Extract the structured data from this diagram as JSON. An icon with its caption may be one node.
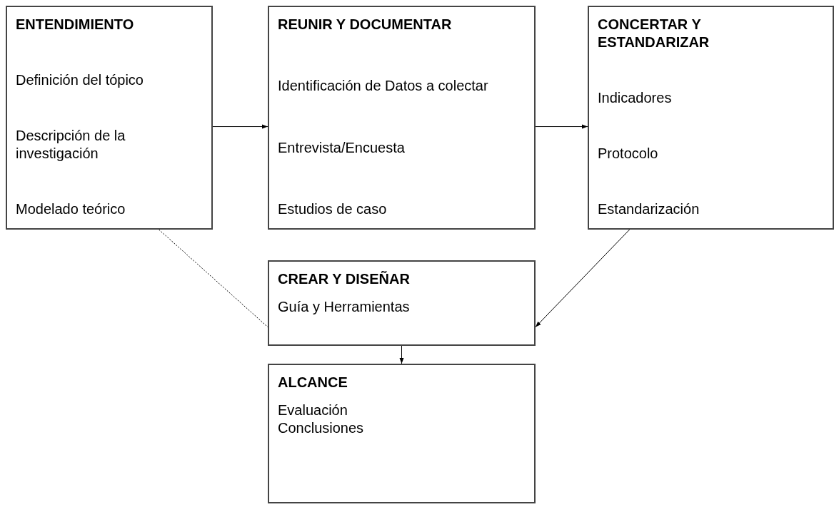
{
  "diagram": {
    "nodes": [
      {
        "text": [
          "ENTENDIMIENTO",
          "Definición del tópico",
          "Descripción de la investigación",
          "Modelado teórico"
        ]
      },
      {
        "text": [
          "REUNIR Y DOCUMENTAR",
          "Identificación de Datos a colectar",
          "Entrevista/Encuesta",
          "Estudios de caso"
        ]
      },
      {
        "text": [
          "CONCERTAR Y ESTANDARIZAR",
          "Indicadores",
          "Protocolo",
          "Estandarización"
        ]
      },
      {
        "text": [
          "CREAR Y DISEÑAR",
          "Guía y Herramientas"
        ]
      },
      {
        "text": [
          "ALCANCE",
          "Evaluación",
          "Conclusiones"
        ]
      }
    ],
    "edges": [
      {
        "from": 0,
        "to": 1,
        "arrow": "to"
      },
      {
        "from": 1,
        "to": 2,
        "arrow": "to"
      },
      {
        "from": 2,
        "to": 3,
        "arrow": "to"
      },
      {
        "from": 0,
        "to": 3,
        "arrow": "none",
        "style": "dashed"
      },
      {
        "from": 3,
        "to": 4,
        "arrow": "to"
      }
    ]
  }
}
